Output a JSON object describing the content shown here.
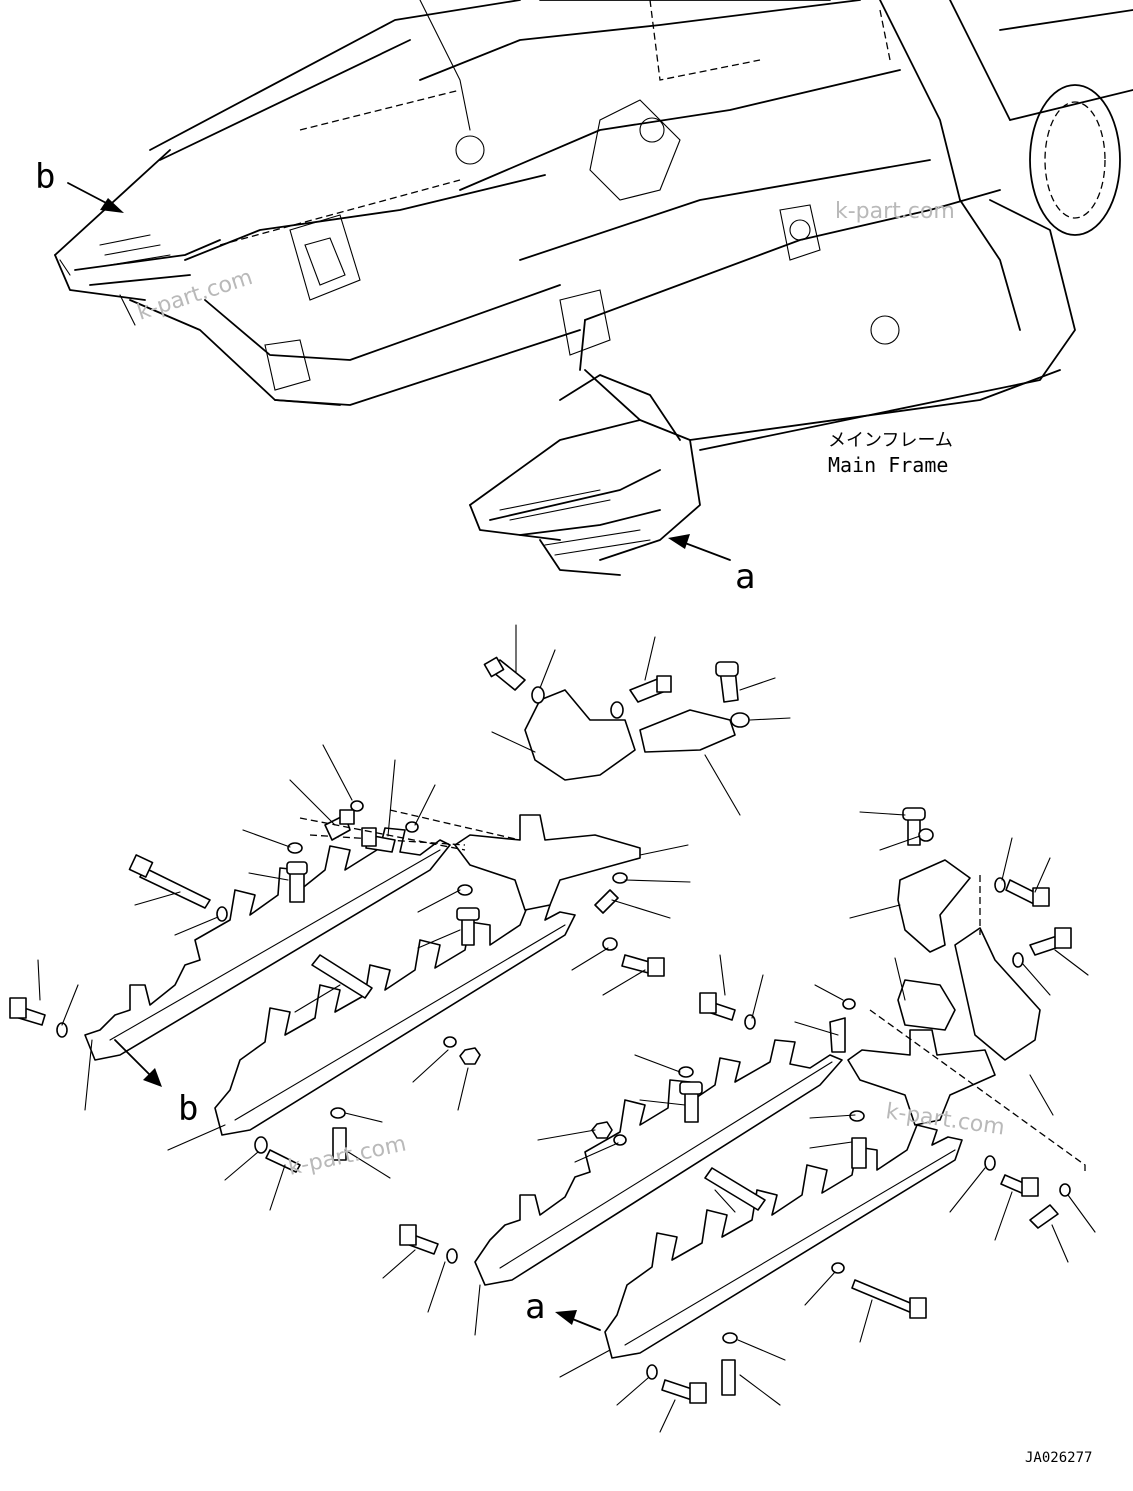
{
  "labels": {
    "main_frame_jp": "メインフレーム",
    "main_frame_en": "Main Frame",
    "view_a": "a",
    "view_b": "b",
    "drawing_code": "JA026277",
    "watermark": "k-part.com"
  }
}
